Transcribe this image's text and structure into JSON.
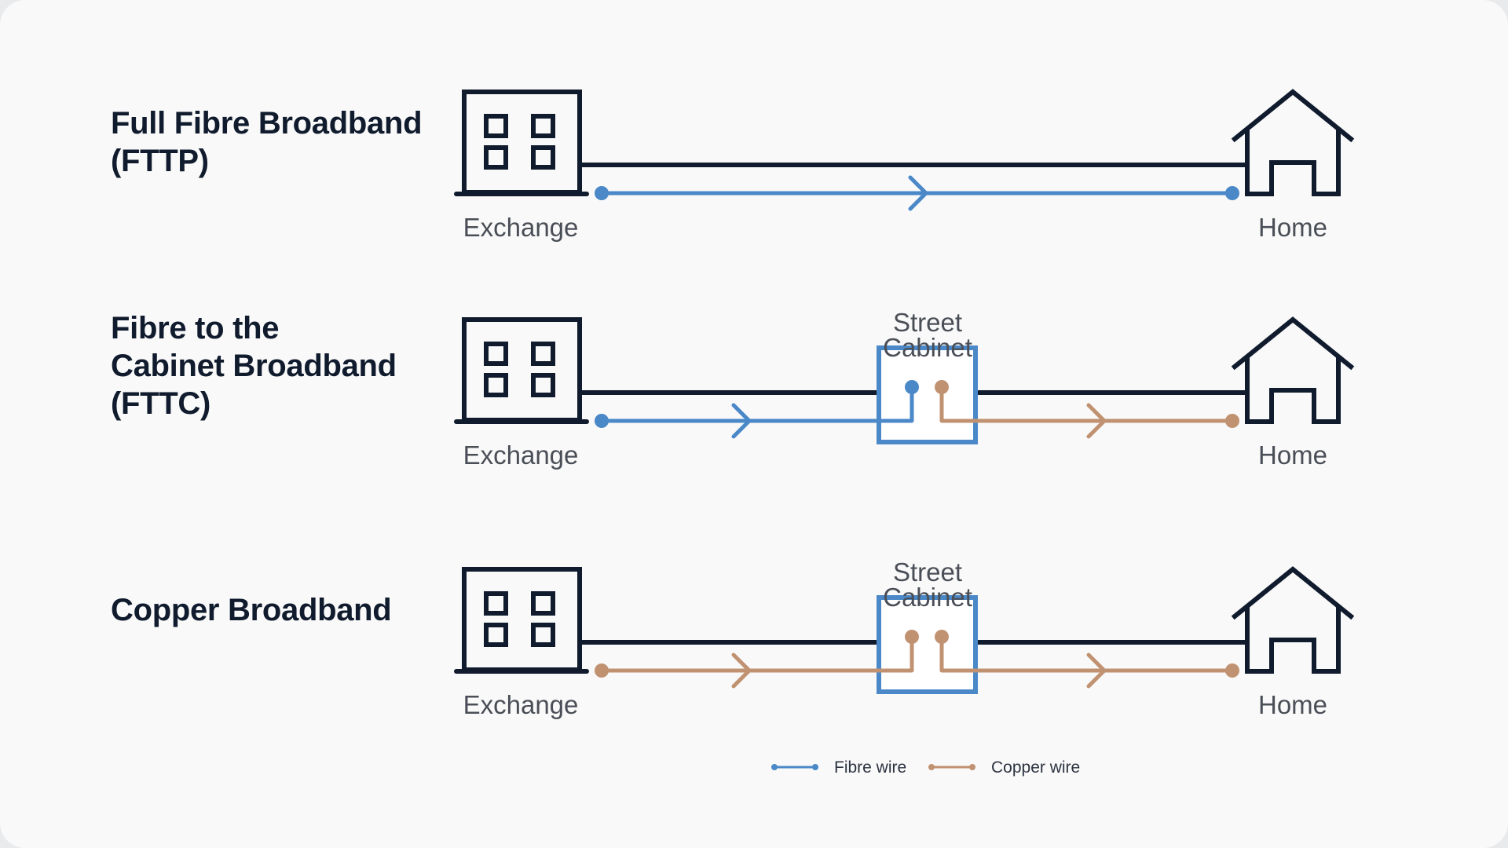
{
  "colors": {
    "background": "#f9f9f9",
    "ink": "#101b2d",
    "fibre": "#4b88c8",
    "copper": "#c09271",
    "label": "#4a4f57"
  },
  "rows": [
    {
      "title_lines": [
        "Full Fibre Broadband",
        "(FTTP)"
      ],
      "exchange_label": "Exchange",
      "home_label": "Home",
      "has_cabinet": false,
      "segment_in": "fibre",
      "segment_out": "fibre"
    },
    {
      "title_lines": [
        "Fibre to the",
        "Cabinet Broadband",
        "(FTTC)"
      ],
      "exchange_label": "Exchange",
      "home_label": "Home",
      "has_cabinet": true,
      "cabinet_label_lines": [
        "Street",
        "Cabinet"
      ],
      "segment_in": "fibre",
      "segment_out": "copper"
    },
    {
      "title_lines": [
        "Copper Broadband"
      ],
      "exchange_label": "Exchange",
      "home_label": "Home",
      "has_cabinet": true,
      "cabinet_label_lines": [
        "Street",
        "Cabinet"
      ],
      "segment_in": "copper",
      "segment_out": "copper"
    }
  ],
  "legend": [
    {
      "label": "Fibre wire",
      "type": "fibre"
    },
    {
      "label": "Copper wire",
      "type": "copper"
    }
  ],
  "icons": {
    "exchange": "exchange-building-icon",
    "home": "home-icon",
    "arrow": "chevron-right-icon"
  }
}
